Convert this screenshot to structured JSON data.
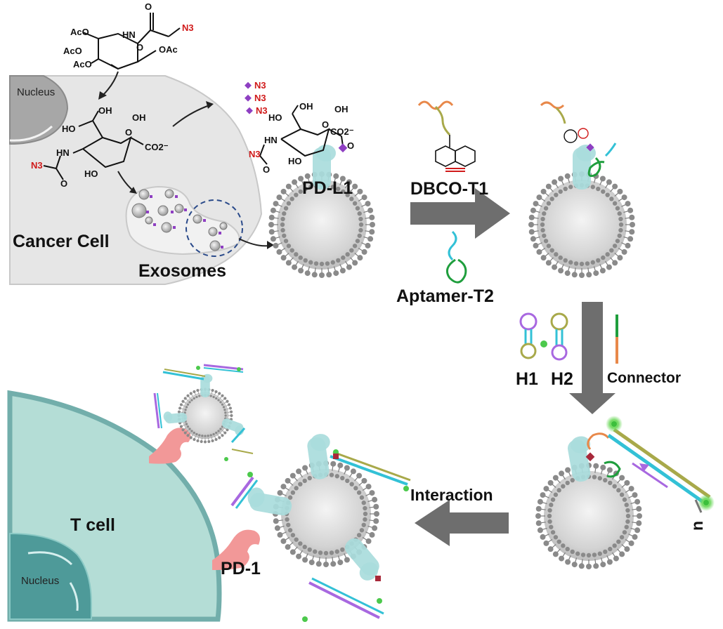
{
  "labels": {
    "nucleus_top": "Nucleus",
    "cancer_cell": "Cancer Cell",
    "exosomes": "Exosomes",
    "pdl1": "PD-L1",
    "dbco": "DBCO-T1",
    "aptamer": "Aptamer-T2",
    "h1": "H1",
    "h2": "H2",
    "connector": "Connector",
    "interaction": "Interaction",
    "t_cell": "T cell",
    "nucleus_bottom": "Nucleus",
    "pd1": "PD-1",
    "n_repeat": "n"
  },
  "chem": {
    "aco1": "AcO",
    "aco2": "AcO",
    "aco3": "AcO",
    "hn": "HN",
    "o_ring": "O",
    "oac": "OAc",
    "carbonyl_o": "O",
    "n3": "N3",
    "oh_a": "OH",
    "ho_a": "HO",
    "oh_b": "OH",
    "hn2": "HN",
    "ho_b": "HO",
    "o_ring2": "O",
    "co2": "CO2⁻",
    "n3_b": "N3",
    "o_b": "O",
    "n3_c1": "N3",
    "n3_c2": "N3",
    "n3_c3": "N3",
    "oh_c": "OH",
    "ho_c": "HO",
    "oh_c2": "OH",
    "hn3": "HN",
    "ho_c3": "HO",
    "o_ring3": "O",
    "co2_c": "CO2⁻",
    "o_c": "O",
    "n3_d": "N3",
    "o_d": "O",
    "n3_mini": "N3"
  },
  "colors": {
    "cell_gray": "#e6e6e6",
    "tcell_teal": "#b4ddd6",
    "tcell_edge": "#72aeab",
    "arrow_gray": "#6e6e6e",
    "protein": "#a9dcdc",
    "pd1_pink": "#f29898",
    "azide_purple": "#8e3fc2",
    "n3_red": "#d01a1a",
    "dna_orange": "#e8884a",
    "dna_olive": "#a8a94a",
    "dna_cyan": "#33c1d6",
    "dna_green": "#1f9e3d",
    "dna_purple": "#a868e0"
  }
}
